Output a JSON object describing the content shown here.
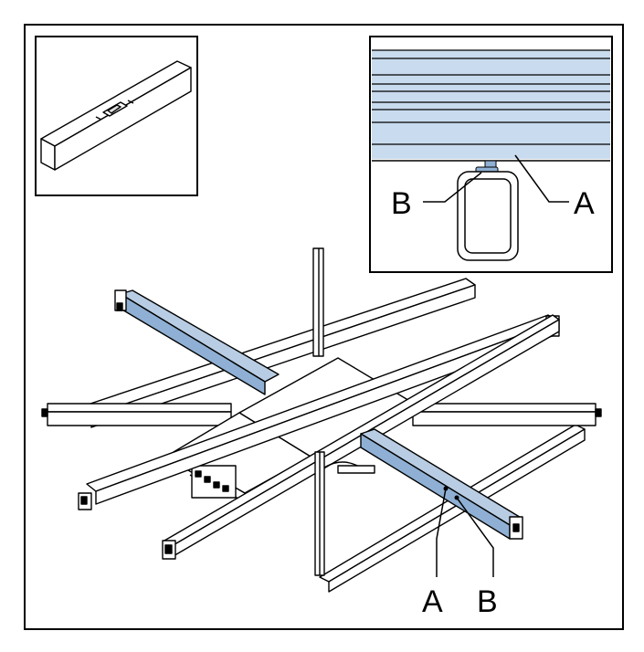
{
  "diagram": {
    "inset_level": {
      "description_icon": "spirit-level-icon"
    },
    "inset_detail": {
      "labels": {
        "b": "B",
        "a": "A"
      }
    },
    "main": {
      "labels": {
        "a": "A",
        "b": "B"
      }
    },
    "colors": {
      "highlight": "#b8cde3",
      "highlight_dark": "#8fb0d4",
      "line": "#000000",
      "background": "#ffffff"
    }
  }
}
